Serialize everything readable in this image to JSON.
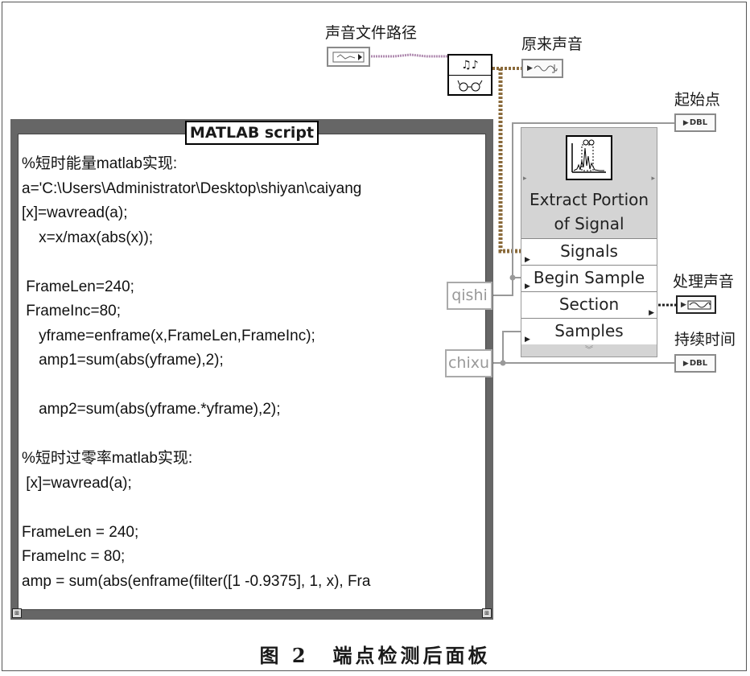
{
  "labels": {
    "sound_path": "声音文件路径",
    "original_sound": "原来声音",
    "start_point": "起始点",
    "processed_sound": "处理声音",
    "duration": "持续时间"
  },
  "matlab": {
    "title": "MATLAB script",
    "code_lines": [
      "%短时能量matlab实现:",
      "a='C:\\Users\\Administrator\\Desktop\\shiyan\\caiyang",
      "[x]=wavread(a);",
      "    x=x/max(abs(x));",
      "",
      " FrameLen=240;",
      " FrameInc=80;",
      "    yframe=enframe(x,FrameLen,FrameInc);",
      "    amp1=sum(abs(yframe),2);",
      "",
      "    amp2=sum(abs(yframe.*yframe),2);",
      "",
      "%短时过零率matlab实现:",
      " [x]=wavread(a);",
      "",
      "FrameLen = 240;",
      "FrameInc = 80;",
      "amp = sum(abs(enframe(filter([1 -0.9375], 1, x), Fra"
    ]
  },
  "extract": {
    "title": "Extract Portion of Signal",
    "terminals": [
      "Signals",
      "Begin Sample",
      "Section",
      "Samples"
    ]
  },
  "constants": {
    "qishi": "qishi",
    "chixu": "chixu"
  },
  "indicators": {
    "dbl": "DBL"
  },
  "caption": {
    "number": "图 2",
    "text": "端点检测后面板"
  },
  "icons": [
    "path-control-icon",
    "sound-file-read-icon",
    "waveform-indicator-icon",
    "extract-signal-icon",
    "dynamic-data-indicator-icon"
  ]
}
